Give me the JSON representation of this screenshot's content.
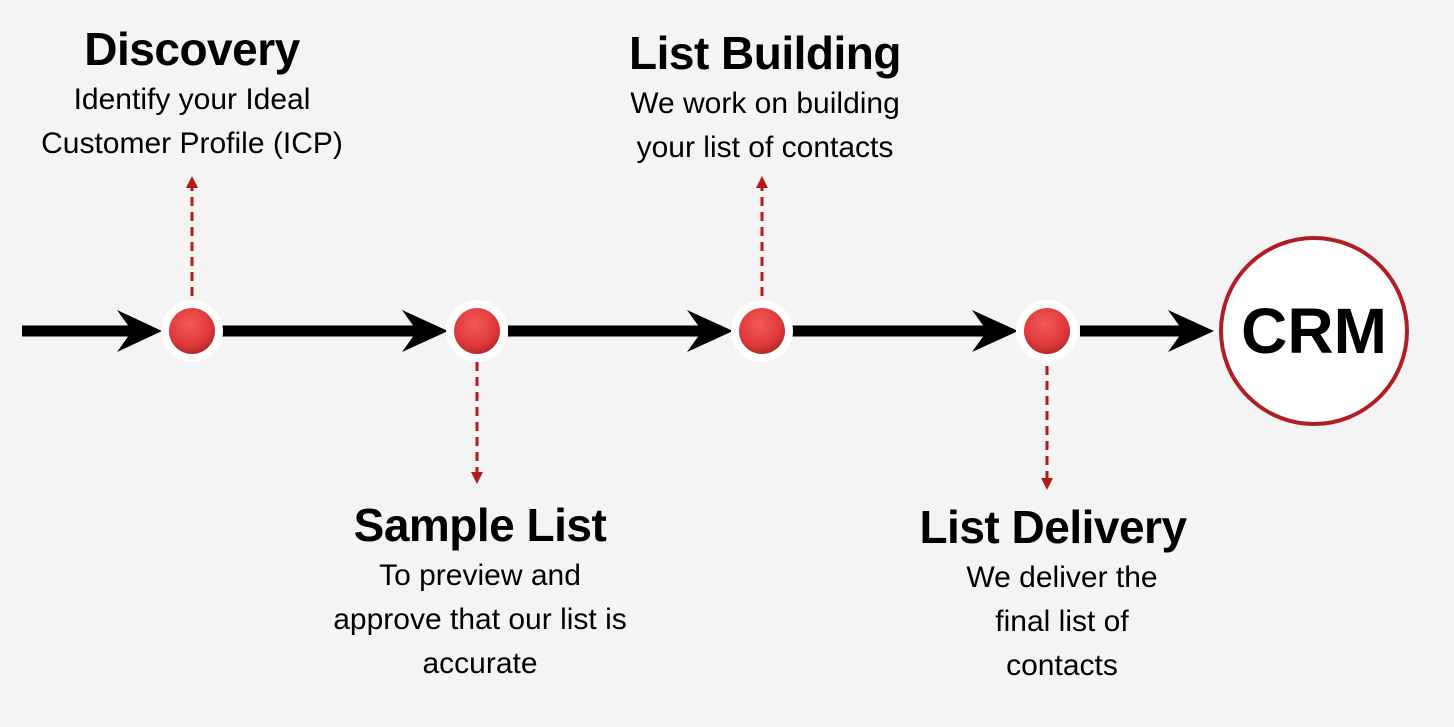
{
  "steps": [
    {
      "title": "Discovery",
      "desc_lines": [
        "Identify your Ideal",
        "Customer Profile (ICP)"
      ],
      "label_position": "above"
    },
    {
      "title": "Sample List",
      "desc_lines": [
        "To preview and",
        "approve that our list is",
        "accurate"
      ],
      "label_position": "below"
    },
    {
      "title": "List Building",
      "desc_lines": [
        "We work on building",
        "your list of contacts"
      ],
      "label_position": "above"
    },
    {
      "title": "List Delivery",
      "desc_lines": [
        "We deliver the",
        "final list of",
        "contacts"
      ],
      "label_position": "below"
    }
  ],
  "endpoint": {
    "label": "CRM"
  },
  "colors": {
    "background": "#f4f4f4",
    "arrow": "#000000",
    "node_fill": "#e03a3a",
    "node_ring": "#ffffff",
    "connector": "#b31b1b",
    "crm_border": "#b01e23"
  }
}
